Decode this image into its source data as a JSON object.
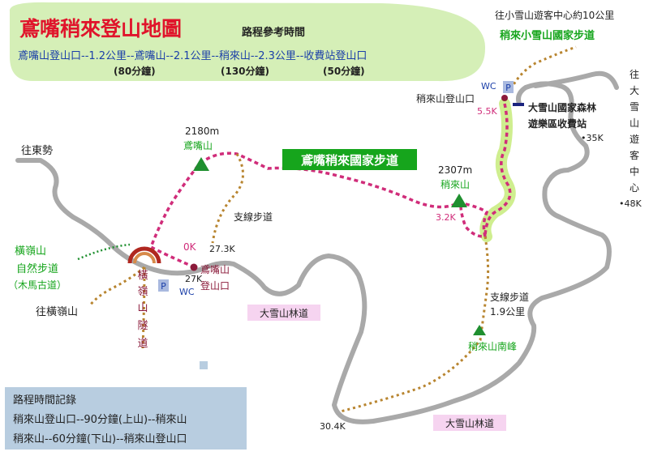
{
  "header": {
    "title": "鳶嘴稍來登山地圖",
    "subtitle": "路程參考時間",
    "route_line": "鳶嘴山登山口--1.2公里--鳶嘴山--2.1公里--稍來山--2.3公里--收費站登山口",
    "times": [
      "(80分鐘)",
      "(130分鐘)",
      "(50分鐘)"
    ]
  },
  "labels": {
    "to_visitor_center_10km": "往小雪山遊客中心約10公里",
    "shaolai_xiaoxueshan_trail": "稍來小雪山國家步道",
    "wc": "WC",
    "p": "P",
    "shaolai_trailhead": "稍來山登山口",
    "km_5_5": "5.5K",
    "forest_park_booth_l1": "大雪山國家森林",
    "forest_park_booth_l2": "遊樂區收費站",
    "km_35": "•35K",
    "to_dxs_visitor_center_vertical": [
      "往",
      "大",
      "雪",
      "山",
      "遊",
      "客",
      "中",
      "心"
    ],
    "km_48": "•48K",
    "to_dongshi": "往東勢",
    "peak_yuanzui_elev": "2180m",
    "peak_yuanzui": "鳶嘴山",
    "yuanzui_shaolai_trail": "鳶嘴稍來國家步道",
    "peak_shaolai_elev": "2307m",
    "peak_shaolai": "稍來山",
    "branch_trail": "支線步道",
    "km_3_2": "3.2K",
    "hengling_trail_l1": "橫嶺山",
    "hengling_trail_l2": "自然步道",
    "hengling_trail_l3": "（木馬古道）",
    "km_0": "0K",
    "km_27_3": "27.3K",
    "km_27": "27K",
    "yuanzui_trailhead_l1": "鳶嘴山",
    "yuanzui_trailhead_l2": "登山口",
    "tunnel_vertical": [
      "橫",
      "嶺",
      "山",
      "隧",
      "道"
    ],
    "to_hengling": "往橫嶺山",
    "dxs_forest_road": "大雪山林道",
    "branch_trail_2": "支線步道",
    "branch_dist": "1.9公里",
    "peak_shaolai_south": "稍來山南峰",
    "km_30_4": "30.4K",
    "dxs_forest_road_2": "大雪山林道"
  },
  "record": {
    "title": "路程時間記錄",
    "line1": "稍來山登山口--90分鐘(上山)--稍來山",
    "line2": "稍來山--60分鐘(下山)--稍來山登山口"
  },
  "colors": {
    "road": "#a9a9a9",
    "main_trail": "#d02d7a",
    "branch_trail": "#b88530",
    "green_trail": "#cfee8f",
    "peak": "#1f8f2f",
    "title_red": "#e0142b",
    "route_blue": "#1a3ea8",
    "header_bg": "#d5efb7",
    "record_bg": "#b8cde0",
    "trail_label_bg": "#16a51c",
    "road_label_bg": "#f6d4f0",
    "p_bg": "#a9b9df"
  }
}
